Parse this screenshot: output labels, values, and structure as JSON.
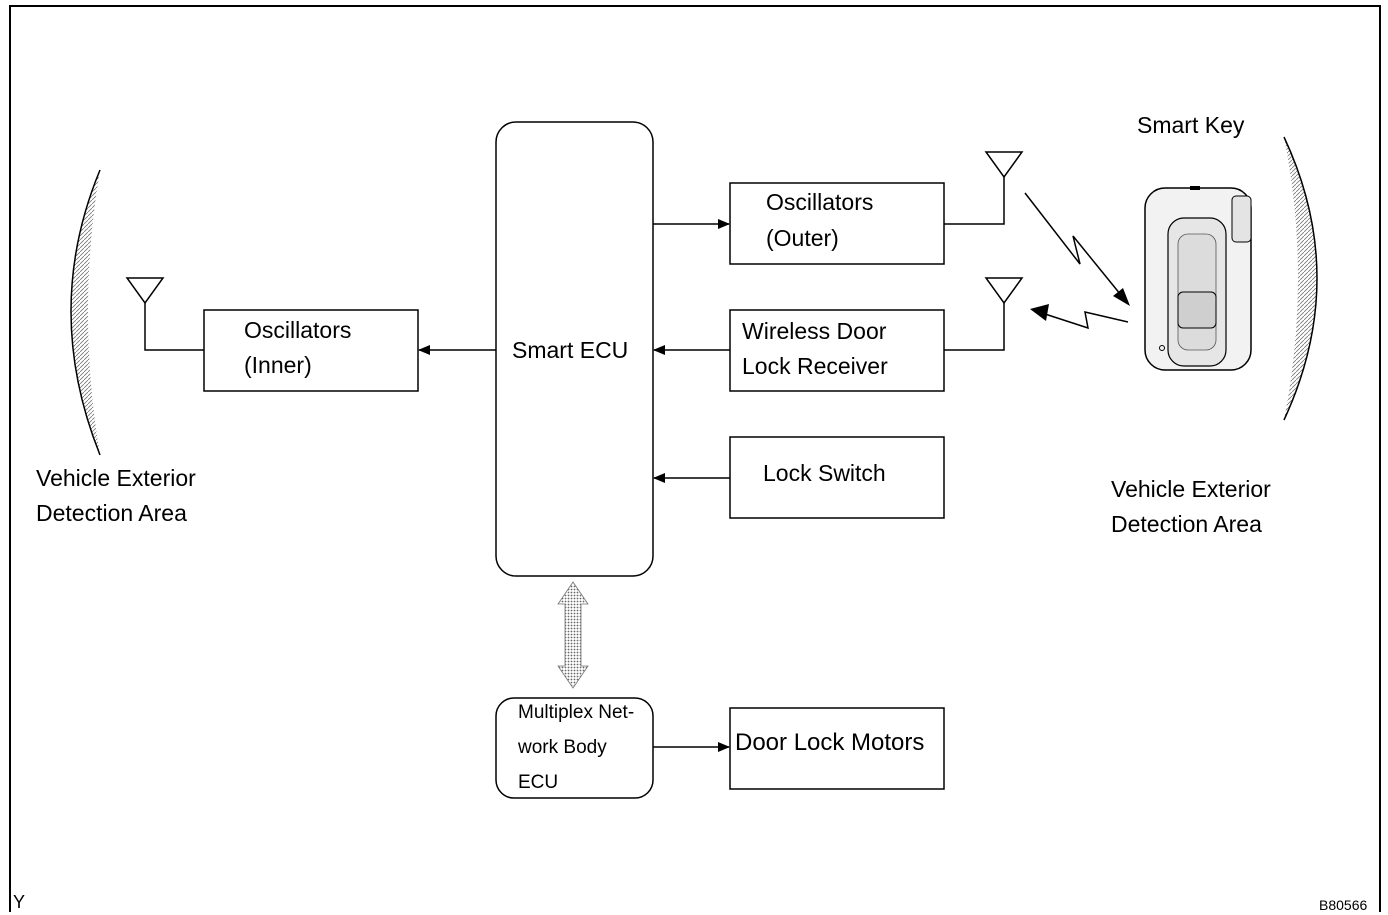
{
  "diagram": {
    "smart_ecu": "Smart ECU",
    "oscillators_outer": [
      "Oscillators",
      "(Outer)"
    ],
    "oscillators_inner": [
      "Oscillators",
      "(Inner)"
    ],
    "wireless_receiver": [
      "Wireless Door",
      "Lock Receiver"
    ],
    "lock_switch": "Lock Switch",
    "multiplex_ecu": [
      "Multiplex Net-",
      "work Body",
      "ECU"
    ],
    "door_lock_motors": "Door Lock Motors",
    "smart_key": "Smart Key",
    "left_area": [
      "Vehicle Exterior",
      "Detection Area"
    ],
    "right_area": [
      "Vehicle Exterior",
      "Detection Area"
    ],
    "corner_letter": "Y",
    "figure_code": "B80566"
  }
}
